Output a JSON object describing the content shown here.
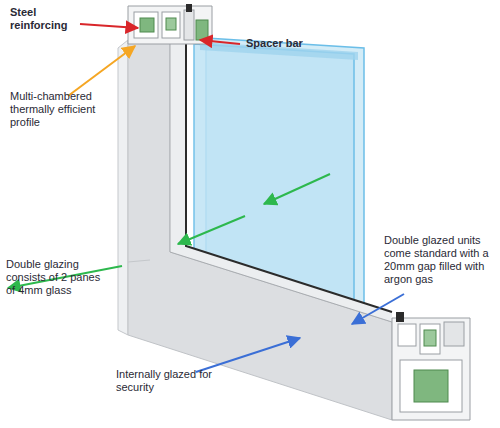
{
  "diagram": {
    "labels": [
      "Steel reinforcing",
      "Spacer bar",
      "Multi-chambered thermally efficient profile",
      "Double glazed units come standard with a 20mm gap filled with argon gas",
      "Double glazing consists of 2 panes of 4mm glass",
      "Internally glazed for security"
    ]
  }
}
